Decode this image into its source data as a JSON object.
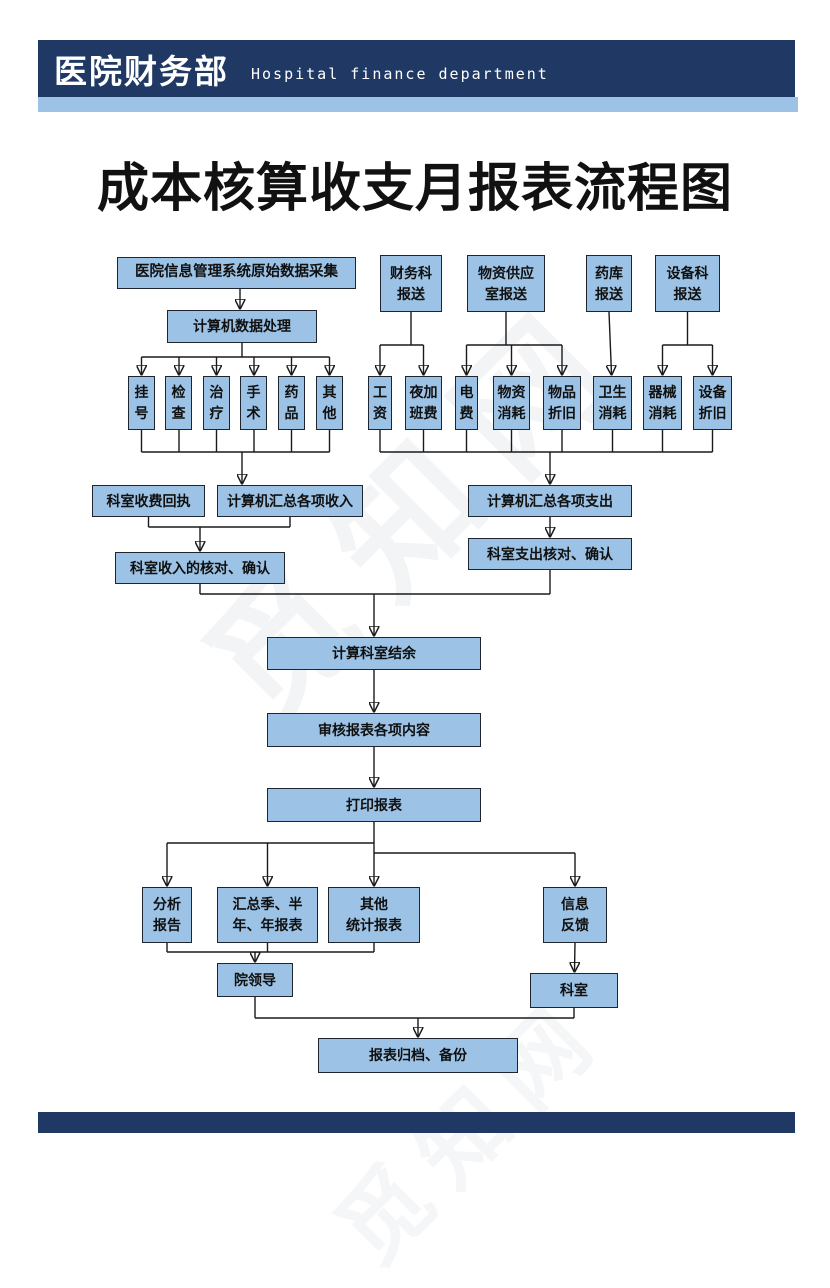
{
  "header": {
    "title_cn": "医院财务部",
    "title_en": "Hospital finance department"
  },
  "title": "成本核算收支月报表流程图",
  "watermark_text": "觅知网",
  "colors": {
    "navy": "#1F3864",
    "strip_blue": "#9CC3E6",
    "box_fill": "#9CC3E6",
    "box_border": "#1E2430",
    "line": "#1A1A1A",
    "title_color": "#111111"
  },
  "nodes": {
    "hospital_info": {
      "label": "医院信息管理系统原始数据采集"
    },
    "computer_processing": {
      "label": "计算机数据处理"
    },
    "registration": {
      "label": "挂\n号"
    },
    "examination": {
      "label": "检\n查"
    },
    "treatment": {
      "label": "治\n疗"
    },
    "surgery": {
      "label": "手\n术"
    },
    "medicine": {
      "label": "药\n品"
    },
    "others": {
      "label": "其\n他"
    },
    "finance_report": {
      "label": "财务科\n报送"
    },
    "supply_report": {
      "label": "物资供应\n室报送"
    },
    "pharmacy_report": {
      "label": "药库\n报送"
    },
    "equipment_report": {
      "label": "设备科\n报送"
    },
    "salary": {
      "label": "工\n资"
    },
    "night_overtime": {
      "label": "夜加\n班费"
    },
    "electricity": {
      "label": "电\n费"
    },
    "material_consumption": {
      "label": "物资\n消耗"
    },
    "goods_depreciation": {
      "label": "物品\n折旧"
    },
    "sanitary_consumption": {
      "label": "卫生\n消耗"
    },
    "instrument_consumption": {
      "label": "器械\n消耗"
    },
    "equipment_depreciation": {
      "label": "设备\n折旧"
    },
    "dept_fee_receipt": {
      "label": "科室收费回执"
    },
    "income_summary": {
      "label": "计算机汇总各项收入"
    },
    "expense_summary": {
      "label": "计算机汇总各项支出"
    },
    "income_check": {
      "label": "科室收入的核对、确认"
    },
    "expense_check": {
      "label": "科室支出核对、确认"
    },
    "dept_balance": {
      "label": "计算科室结余"
    },
    "review_report": {
      "label": "审核报表各项内容"
    },
    "print_report": {
      "label": "打印报表"
    },
    "analysis_report": {
      "label": "分析\n报告"
    },
    "periodic_reports": {
      "label": "汇总季、半\n年、年报表"
    },
    "other_statistics": {
      "label": "其他\n统计报表"
    },
    "info_feedback": {
      "label": "信息\n反馈"
    },
    "hospital_leaders": {
      "label": "院领导"
    },
    "department": {
      "label": "科室"
    },
    "archive_backup": {
      "label": "报表归档、备份"
    }
  }
}
